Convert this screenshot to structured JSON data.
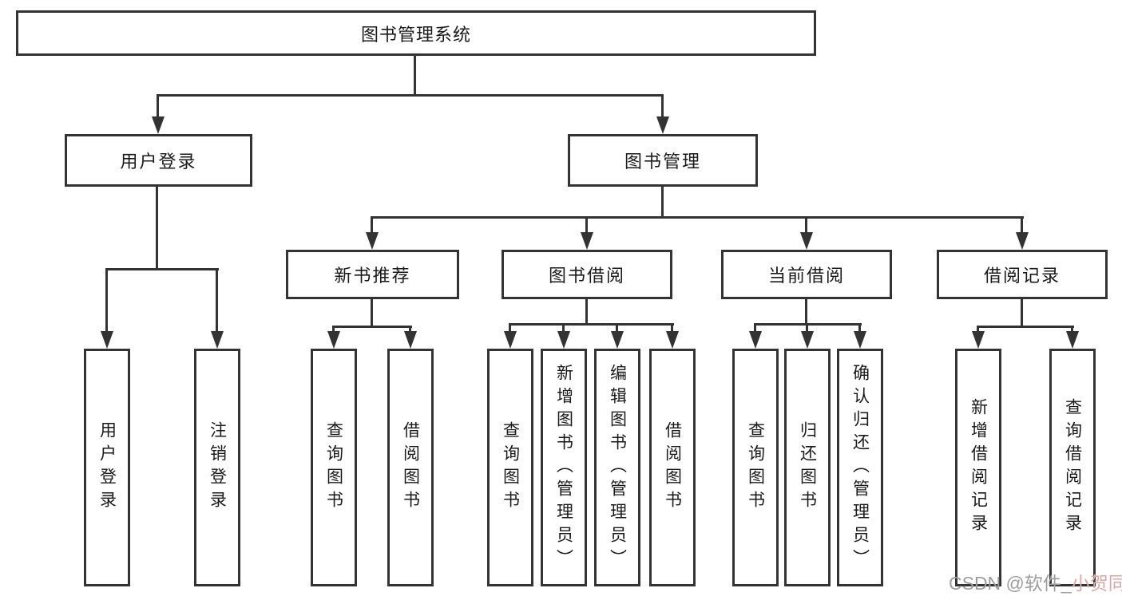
{
  "diagram": {
    "title": "图书管理系统",
    "level2": {
      "user_login": "用户登录",
      "book_management": "图书管理"
    },
    "level3": {
      "new_books": "新书推荐",
      "book_borrow": "图书借阅",
      "current_borrow": "当前借阅",
      "borrow_records": "借阅记录"
    },
    "leaves": {
      "user_login": [
        "用户登录",
        "注销登录"
      ],
      "new_books": [
        "查询图书",
        "借阅图书"
      ],
      "book_borrow": [
        "查询图书",
        "新增图书（管理员）",
        "编辑图书（管理员）",
        "借阅图书"
      ],
      "current_borrow": [
        "查询图书",
        "归还图书",
        "确认归还（管理员）"
      ],
      "borrow_records": [
        "新增借阅记录",
        "查询借阅记录"
      ]
    },
    "colors": {
      "line": "#333333",
      "text": "#1a1a1a",
      "background": "#ffffff"
    }
  },
  "watermark": {
    "prefix": "CSDN @软件_",
    "suffix": "小贺同学"
  }
}
